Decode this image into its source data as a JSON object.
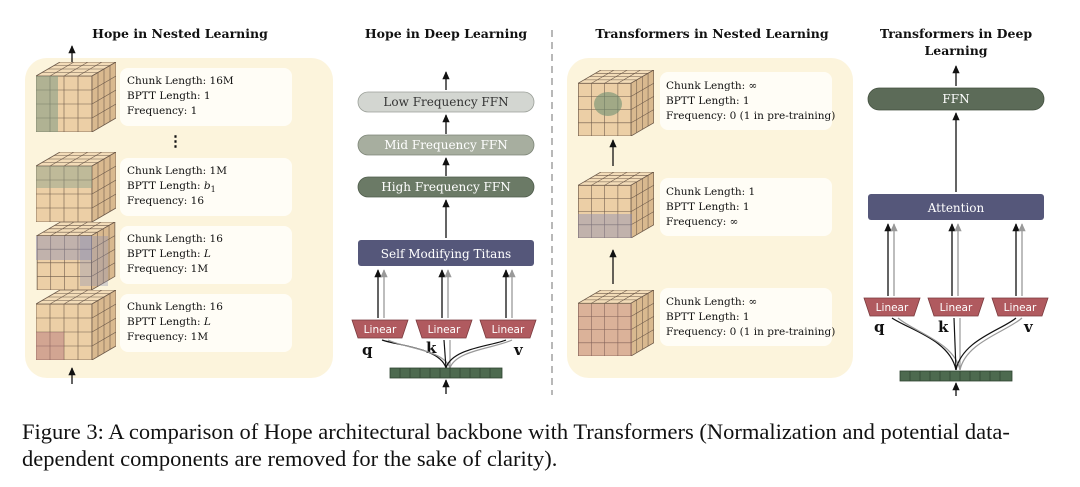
{
  "panels": {
    "hope_nested": {
      "title": "Hope in Nested Learning",
      "levels": [
        {
          "chunk": "Chunk Length: 16M",
          "bptt": "BPTT Length: 1",
          "freq": "Frequency: 1"
        },
        {
          "chunk": "Chunk Length: 1M",
          "bptt_prefix": "BPTT Length: ",
          "bptt_var": "b",
          "bptt_sub": "1",
          "freq": "Frequency: 16"
        },
        {
          "chunk": "Chunk Length: 16",
          "bptt_prefix": "BPTT Length: ",
          "bptt_var": "L",
          "freq": "Frequency: 1M"
        },
        {
          "chunk": "Chunk Length: 16",
          "bptt_prefix": "BPTT Length: ",
          "bptt_var": "L",
          "freq": "Frequency: 1M"
        }
      ],
      "ellipsis": "⋮"
    },
    "hope_deep": {
      "title": "Hope in Deep Learning",
      "blocks": {
        "low": "Low Frequency FFN",
        "mid": "Mid Frequency FFN",
        "high": "High Frequency FFN",
        "titans": "Self Modifying Titans"
      },
      "linear": "Linear",
      "q": "q",
      "k": "k",
      "v": "v"
    },
    "tf_nested": {
      "title": "Transformers in Nested Learning",
      "levels": [
        {
          "chunk": "Chunk Length: ∞",
          "bptt": "BPTT Length: 1",
          "freq": "Frequency: 0 (1 in pre-training)"
        },
        {
          "chunk": "Chunk Length: 1",
          "bptt": "BPTT Length: 1",
          "freq": "Frequency: ∞"
        },
        {
          "chunk": "Chunk Length: ∞",
          "bptt": "BPTT Length: 1",
          "freq": "Frequency: 0 (1 in pre-training)"
        }
      ]
    },
    "tf_deep": {
      "title_line1": "Transformers in Deep",
      "title_line2": "Learning",
      "blocks": {
        "ffn": "FFN",
        "attn": "Attention"
      },
      "linear": "Linear",
      "q": "q",
      "k": "k",
      "v": "v"
    }
  },
  "caption": "Figure 3: A comparison of Hope architectural backbone with Transformers (Normalization and potential data-dependent components are removed for the sake of clarity).",
  "colors": {
    "panel_bg": "#fcf4dc",
    "low_ffn": "#d3d6d1",
    "mid_ffn": "#a7ae9f",
    "high_ffn": "#6b7a66",
    "titans": "#55577a",
    "attention": "#55577a",
    "ffn": "#5c6b58",
    "linear": "#b05a5f",
    "token_bar": "#4d6a4f"
  }
}
